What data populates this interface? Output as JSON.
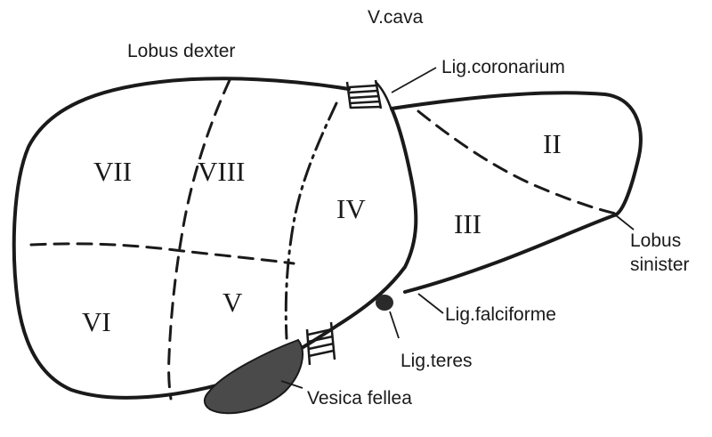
{
  "segments": {
    "II": "II",
    "III": "III",
    "IV": "IV",
    "V": "V",
    "VI": "VI",
    "VII": "VII",
    "VIII": "VIII"
  },
  "labels": {
    "v_cava": "V.cava",
    "lobus_dexter": "Lobus dexter",
    "lig_coronarium": "Lig.coronarium",
    "lobus_sinister_1": "Lobus",
    "lobus_sinister_2": "sinister",
    "lig_falciforme": "Lig.falciforme",
    "lig_teres": "Lig.teres",
    "vesica_fellea": "Vesica fellea"
  },
  "colors": {
    "ink": "#1a1a1a",
    "gallbladder": "#4a4a4a",
    "background": "#ffffff"
  }
}
